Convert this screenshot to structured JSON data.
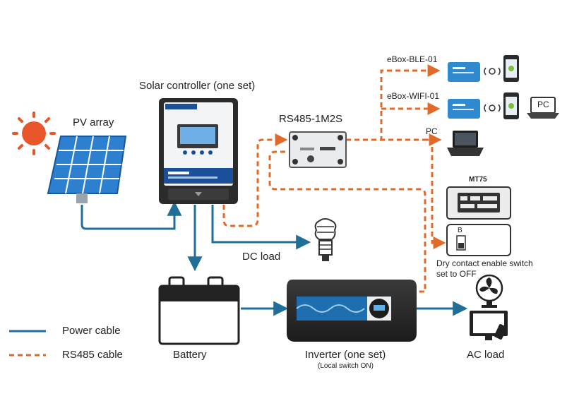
{
  "labels": {
    "solar_controller": "Solar controller (one set)",
    "pv_array": "PV array",
    "rs485_module": "RS485-1M2S",
    "ebox_ble": "eBox-BLE-01",
    "ebox_wifi": "eBox-WIFI-01",
    "pc": "PC",
    "pc_tablet": "PC",
    "mt75": "MT75",
    "dc_load": "DC load",
    "battery": "Battery",
    "inverter": "Inverter (one set)",
    "inverter_note": "(Local switch ON)",
    "ac_load": "AC load",
    "dry_contact_line1": "Dry contact enable switch",
    "dry_contact_line2": "set to OFF",
    "dry_contact_switch": "B"
  },
  "legend": {
    "power_cable": "Power cable",
    "rs485_cable": "RS485 cable"
  },
  "colors": {
    "power_cable": "#1f6f99",
    "rs485_cable": "#e06a2a",
    "sun": "#e8562a",
    "panel": "#2d7fd0",
    "device_dark": "#2b2b2b"
  }
}
